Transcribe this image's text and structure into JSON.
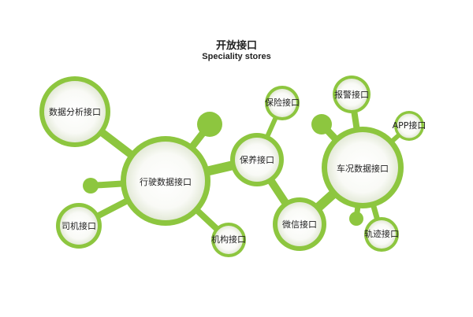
{
  "header": {
    "title": "开放接口",
    "subtitle": "Speciality stores"
  },
  "colors": {
    "accent": "#8DC63F",
    "node_fill_inner": "#ffffff",
    "node_fill_outer": "#e8eedd",
    "text": "#222222"
  },
  "nodes": {
    "driving_data": "行驶数据接口",
    "data_analysis": "数据分析接口",
    "driver": "司机接口",
    "institution": "机构接口",
    "insurance": "保养接口",
    "insurance_security": "保险接口",
    "wechat": "微信接口",
    "vehicle_status": "车况数据接口",
    "alarm": "报警接口",
    "app": "APP接口",
    "track": "轨迹接口"
  }
}
